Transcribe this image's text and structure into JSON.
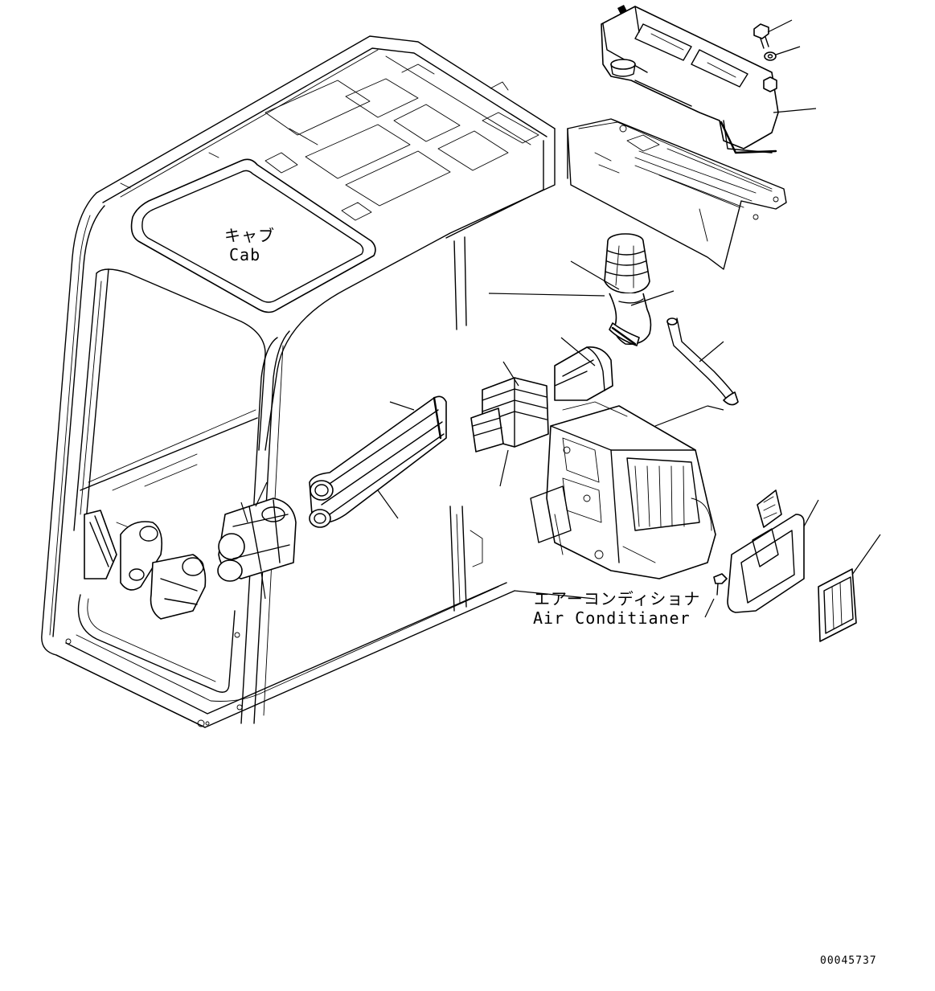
{
  "labels": {
    "cab_jp": "キャブ",
    "cab_en": "Cab",
    "ac_jp": "エアーコンディショナ",
    "ac_en": "Air Conditianer"
  },
  "drawing_number": "00045737"
}
